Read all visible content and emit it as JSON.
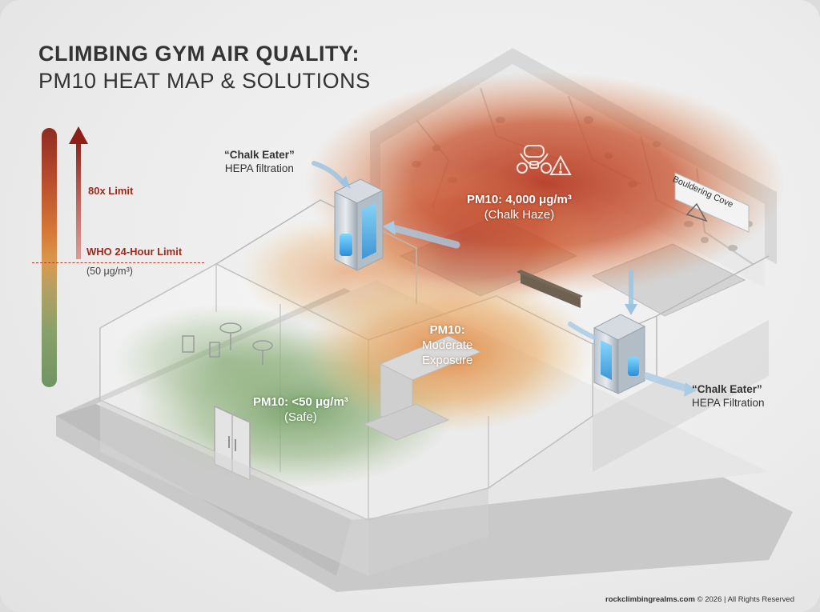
{
  "title": {
    "line1": "CLIMBING GYM AIR QUALITY:",
    "line2": "PM10 HEAT MAP & SOLUTIONS"
  },
  "scale": {
    "upper_label": "80x Limit",
    "threshold_label": "WHO 24-Hour Limit",
    "threshold_value": "(50 μg/m³)",
    "gradient_colors": [
      "#8e2d22",
      "#d77d3a",
      "#6f9563"
    ]
  },
  "zones": {
    "high": {
      "label": "PM10: 4,000 μg/m³",
      "note": "(Chalk Haze)",
      "color": "#b9432c"
    },
    "moderate": {
      "label": "PM10:",
      "line2": "Moderate",
      "line3": "Exposure",
      "color": "#e08a43"
    },
    "safe": {
      "label": "PM10: <50 μg/m³",
      "note": "(Safe)",
      "color": "#7aa66a"
    }
  },
  "filters": [
    {
      "name": "“Chalk Eater”",
      "desc": "HEPA filtration"
    },
    {
      "name": "“Chalk Eater”",
      "desc": "HEPA Filtration"
    }
  ],
  "wall_sign": "Bouldering Cove",
  "icons": [
    "respirator-mask-icon",
    "warning-triangle-icon"
  ],
  "footer": {
    "site": "rockclimbingrealms.com",
    "rest": " © 2026 | All Rights Reserved"
  }
}
